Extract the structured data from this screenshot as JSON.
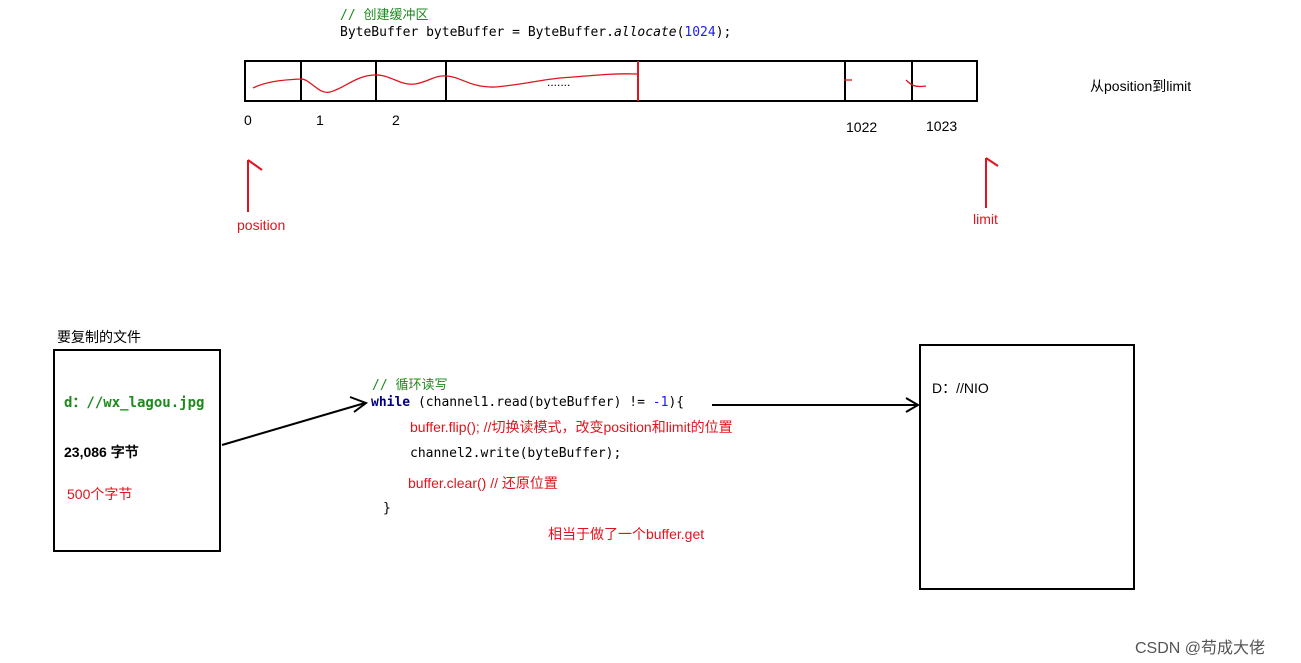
{
  "top_code": {
    "comment": "// 创建缓冲区",
    "line_prefix": "ByteBuffer byteBuffer = ByteBuffer.",
    "method": "allocate",
    "paren_open": "(",
    "arg": "1024",
    "paren_close": ");"
  },
  "buffer": {
    "dots": ".......",
    "index_labels": [
      "0",
      "1",
      "2",
      "1022",
      "1023"
    ],
    "side_note": "从position到limit",
    "position_label": "position",
    "limit_label": "limit"
  },
  "source_file": {
    "title": "要复制的文件",
    "path": "d：//wx_lagou.jpg",
    "size_struck": "23,086 字节",
    "size": "500个字节"
  },
  "loop_code": {
    "comment": "// 循环读写",
    "keyword_while": "while",
    "while_rest_a": " (channel1.read(byteBuffer) != ",
    "minus_one": "-1",
    "while_rest_b": "){",
    "flip_line": "buffer.flip(); //切换读模式，改变position和limit的位置",
    "write_line": "channel2.write(byteBuffer);",
    "clear_line": "buffer.clear() // 还原位置",
    "close_brace": "}",
    "note": "相当于做了一个buffer.get"
  },
  "dest": {
    "label": "D：//NIO"
  },
  "watermark": "CSDN @苟成大佬",
  "colors": {
    "comment_green": "#1d8a1d",
    "annotation_red": "#e0141e",
    "number_blue": "#1a1aff"
  }
}
